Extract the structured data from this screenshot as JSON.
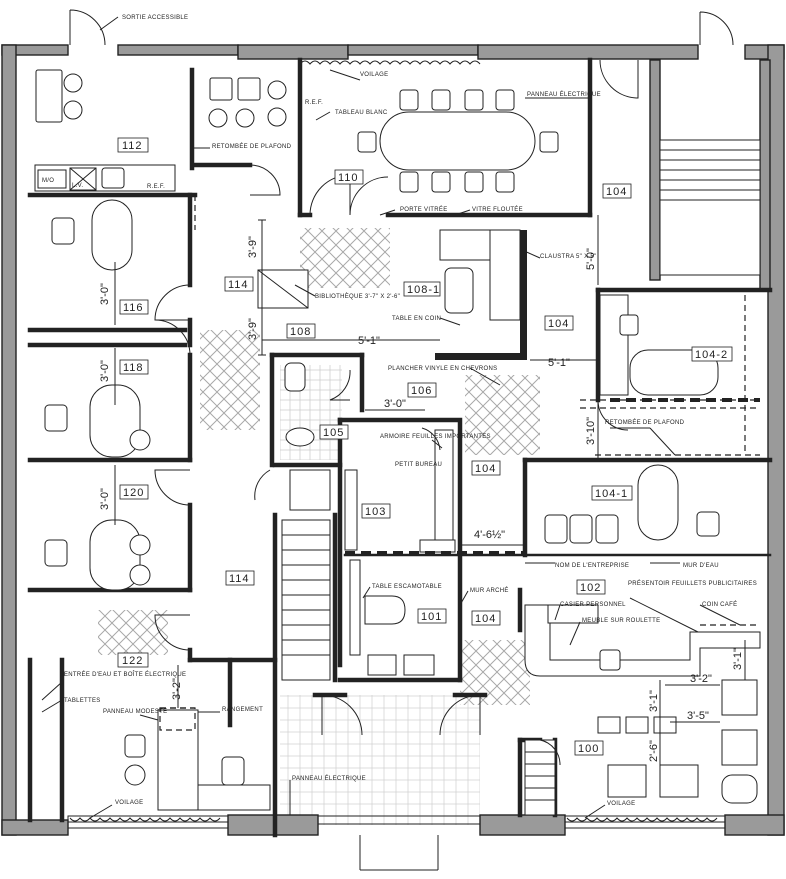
{
  "rooms": [
    {
      "id": "112",
      "label": "112"
    },
    {
      "id": "110",
      "label": "110"
    },
    {
      "id": "104a",
      "label": "104"
    },
    {
      "id": "116",
      "label": "116"
    },
    {
      "id": "114a",
      "label": "114"
    },
    {
      "id": "108",
      "label": "108"
    },
    {
      "id": "108-1",
      "label": "108-1"
    },
    {
      "id": "104b",
      "label": "104"
    },
    {
      "id": "104-2",
      "label": "104-2"
    },
    {
      "id": "118",
      "label": "118"
    },
    {
      "id": "106",
      "label": "106"
    },
    {
      "id": "105",
      "label": "105"
    },
    {
      "id": "104c",
      "label": "104"
    },
    {
      "id": "120",
      "label": "120"
    },
    {
      "id": "103",
      "label": "103"
    },
    {
      "id": "104-1",
      "label": "104-1"
    },
    {
      "id": "114b",
      "label": "114"
    },
    {
      "id": "102",
      "label": "102"
    },
    {
      "id": "101",
      "label": "101"
    },
    {
      "id": "104d",
      "label": "104"
    },
    {
      "id": "122",
      "label": "122"
    },
    {
      "id": "100",
      "label": "100"
    }
  ],
  "notes": {
    "sortie": "SORTIE ACCESSIBLE",
    "voilage_top": "VOILAGE",
    "panneau_elec_top": "PANNEAU ÉLECTRIQUE",
    "ref_top": "R.E.F.",
    "tableau_blanc": "TABLEAU BLANC",
    "retombee_112": "RETOMBÉE DE PLAFOND",
    "mo": "M/O",
    "lv": "L.V.",
    "ref_112": "R.E.F.",
    "porte_vitree": "PORTE VITRÉE",
    "vitre_floutee": "VITRE FLOUTÉE",
    "claustra": "CLAUSTRA 5\" X 5\"",
    "bibliotheque": "BIBLIOTHÈQUE 3'-7\" X 2'-6\"",
    "table_coin": "TABLE EN COIN",
    "plancher": "PLANCHER VINYLE EN CHEVRONS",
    "retombee_104": "RETOMBÉE DE PLAFOND",
    "armoire": "ARMOIRE FEUILLES IMPORTANTES",
    "petit_bureau": "PETIT BUREAU",
    "nom_entreprise": "NOM DE L'ENTREPRISE",
    "mur_eau": "MUR D'EAU",
    "table_escamotable": "TABLE ESCAMOTABLE",
    "mur_arche": "MUR ARCHÉ",
    "presentoir": "PRÉSENTOIR FEUILLETS PUBLICITAIRES",
    "casier": "CASIER PERSONNEL",
    "meuble": "MEUBLE SUR ROULETTE",
    "coin_cafe": "COIN CAFÉ",
    "entree_eau": "ENTRÉE D'EAU ET BOÎTE ÉLECTRIQUE",
    "tablettes": "TABLETTES",
    "panneau_modeste": "PANNEAU MODESTE",
    "rangement": "RANGEMENT",
    "voilage_left": "VOILAGE",
    "panneau_elec_bottom": "PANNEAU ÉLECTRIQUE",
    "voilage_right": "VOILAGE"
  },
  "dims": {
    "d1": "3'-9\"",
    "d2": "3'-9\"",
    "d3": "3'-0\"",
    "d4": "3'-0\"",
    "d5": "3'-0\"",
    "d6": "5'-0\"",
    "d7": "5'-1\"",
    "d8": "5'-1\"",
    "d9": "3'-0\"",
    "d10": "3'-10\"",
    "d11": "4'-6½\"",
    "d12": "3'-2\"",
    "d13": "3'-1\"",
    "d14": "3'-2\"",
    "d15": "3'-1\"",
    "d16": "3'-5\"",
    "d17": "2'-6\""
  }
}
